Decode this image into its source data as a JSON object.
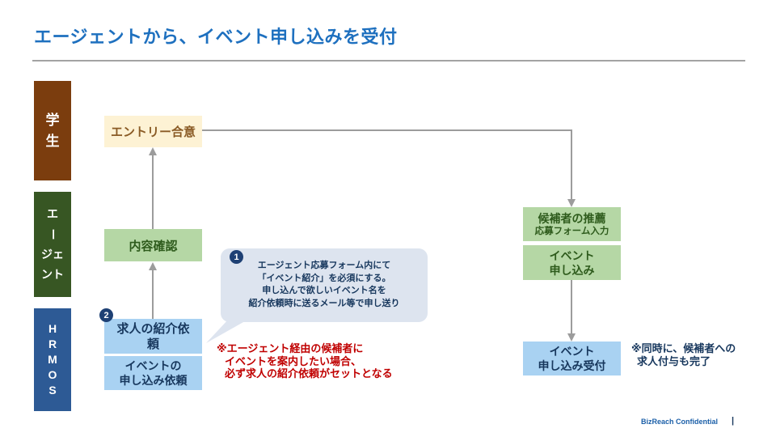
{
  "slide": {
    "title": "エージェントから、イベント申し込みを受付",
    "footer": {
      "confidential": "BizReach Confidential",
      "divider": "|"
    }
  },
  "lanes": {
    "student": {
      "label": "学生",
      "chars": [
        "学",
        "生"
      ]
    },
    "agent": {
      "label": "エージェント",
      "lines": [
        "エ",
        "ー",
        "ジェ",
        "ント"
      ]
    },
    "hrmos": {
      "label": "HRMOS",
      "chars": [
        "H",
        "R",
        "M",
        "O",
        "S"
      ]
    }
  },
  "flow": {
    "entry_agree": {
      "label": "エントリー合意"
    },
    "content_check": {
      "label": "内容確認"
    },
    "job_referral_request": {
      "label": "求人の紹介依頼",
      "lines": [
        "求人の紹介依",
        "頼"
      ]
    },
    "event_application_request": {
      "label": "イベントの申し込み依頼",
      "lines": [
        "イベントの",
        "申し込み依頼"
      ]
    },
    "candidate_recommendation": {
      "label": "候補者の推薦 応募フォーム入力",
      "lines": [
        "候補者の推薦",
        "応募フォーム入力"
      ]
    },
    "event_application": {
      "label": "イベント申し込み",
      "lines": [
        "イベント",
        "申し込み"
      ]
    },
    "event_application_reception": {
      "label": "イベント申し込み受付",
      "lines": [
        "イベント",
        "申し込み受付"
      ]
    }
  },
  "annotations": {
    "badge1": "1",
    "badge2": "2",
    "bubble_lines": [
      "エージェント応募フォーム内にて",
      "「イベント紹介」を必須にする。",
      "申し込んで欲しいイベント名を",
      "紹介依頼時に送るメール等で申し送り"
    ],
    "red_note_lines": [
      "※エージェント経由の候補者に",
      "イベントを案内したい場合、",
      "必ず求人の紹介依頼がセットとなる"
    ],
    "side_note_lines": [
      "※同時に、候補者への",
      "求人付与も完了"
    ]
  },
  "colors": {
    "title": "#1e70bf",
    "lane_student_bg": "#7b3d0e",
    "lane_agent_bg": "#375623",
    "lane_hrmos_bg": "#2d5a95",
    "box_yellow_bg": "#fdf2d4",
    "box_yellow_fg": "#8a5b25",
    "box_green_bg": "#b5d7a5",
    "box_green_fg": "#2e5b1c",
    "box_blue_bg": "#a9d2f2",
    "box_blue_fg": "#17375d",
    "bubble_bg": "#dde4ef",
    "badge_bg": "#1e4074",
    "red_note_fg": "#c00000",
    "arrow": "#9c9c9c"
  }
}
